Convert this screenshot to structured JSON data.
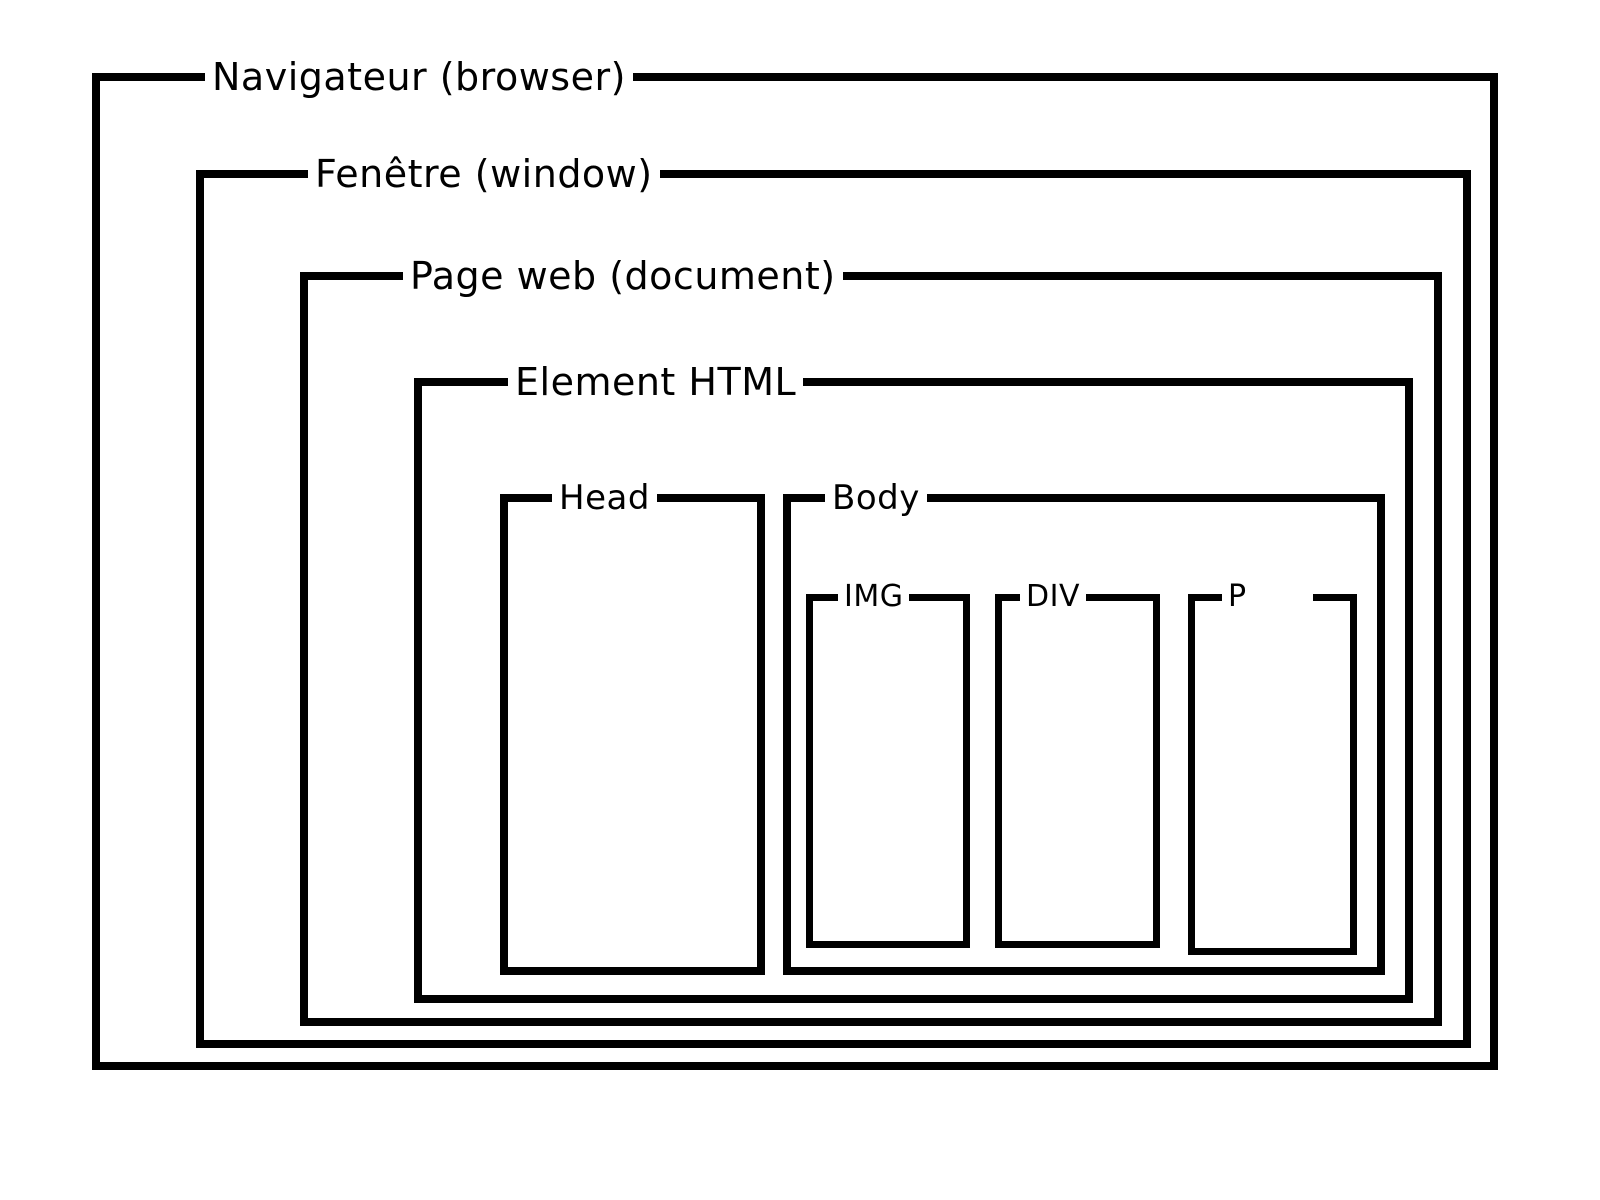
{
  "diagram": {
    "title_hierarchy": "browser-window-document-nesting",
    "colors": {
      "line": "#000000",
      "background": "#ffffff",
      "text": "#000000"
    },
    "boxes": {
      "navigateur": {
        "label": "Navigateur (browser)"
      },
      "fenetre": {
        "label": "Fenêtre (window)"
      },
      "page": {
        "label": "Page web (document)"
      },
      "element": {
        "label": "Element HTML"
      },
      "head": {
        "label": "Head"
      },
      "body": {
        "label": "Body"
      },
      "img": {
        "label": "IMG"
      },
      "div": {
        "label": "DIV"
      },
      "p": {
        "label": "P"
      }
    }
  }
}
